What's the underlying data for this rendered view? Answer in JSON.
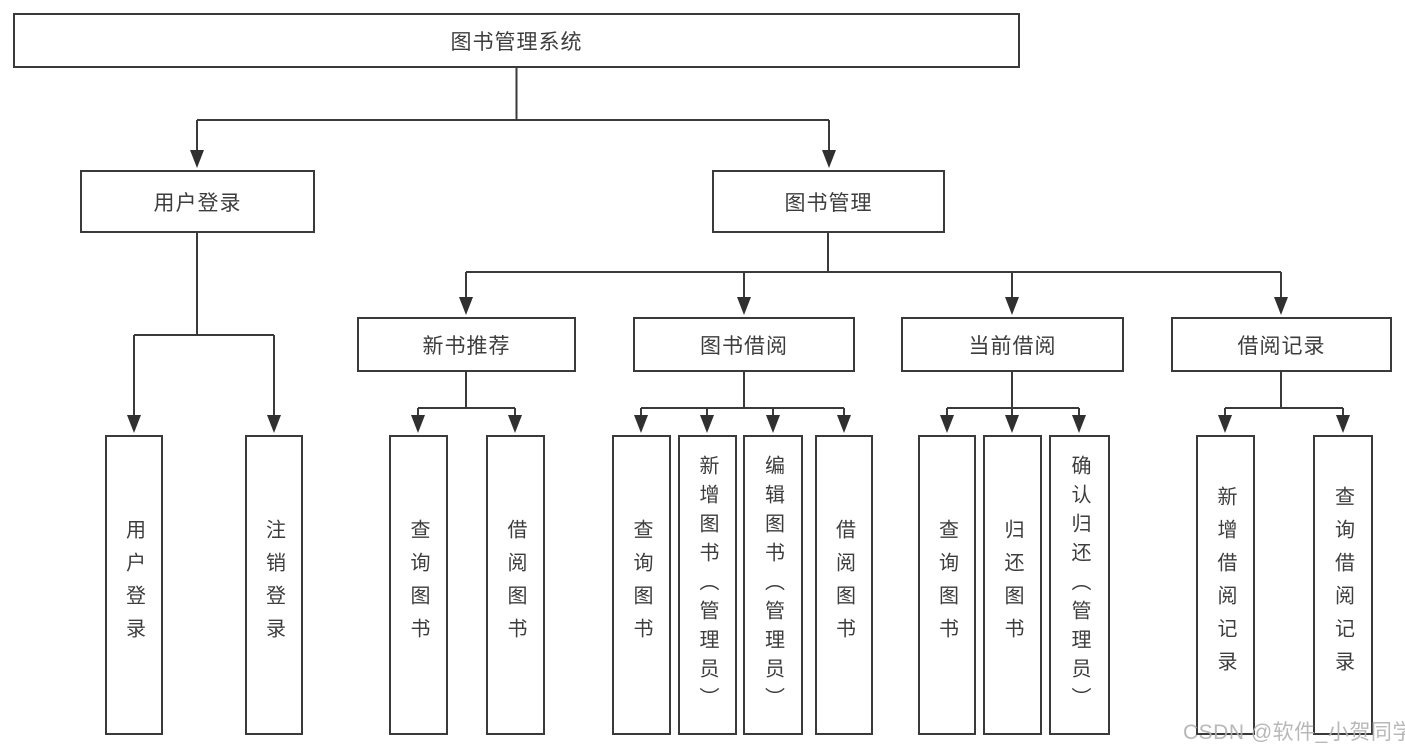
{
  "diagram": {
    "root": {
      "label": "图书管理系统",
      "children": [
        {
          "label": "用户登录",
          "children": [
            {
              "label": "用户登录"
            },
            {
              "label": "注销登录"
            }
          ]
        },
        {
          "label": "图书管理",
          "children": [
            {
              "label": "新书推荐",
              "children": [
                {
                  "label": "查询图书"
                },
                {
                  "label": "借阅图书"
                }
              ]
            },
            {
              "label": "图书借阅",
              "children": [
                {
                  "label": "查询图书"
                },
                {
                  "label": "新增图书（管理员）"
                },
                {
                  "label": "编辑图书（管理员）"
                },
                {
                  "label": "借阅图书"
                }
              ]
            },
            {
              "label": "当前借阅",
              "children": [
                {
                  "label": "查询图书"
                },
                {
                  "label": "归还图书"
                },
                {
                  "label": "确认归还（管理员）"
                }
              ]
            },
            {
              "label": "借阅记录",
              "children": [
                {
                  "label": "新增借阅记录"
                },
                {
                  "label": "查询借阅记录"
                }
              ]
            }
          ]
        }
      ]
    }
  },
  "colors": {
    "box_border": "#3a3a3a",
    "line": "#3a3a3a",
    "text": "#3d3d3d",
    "watermark": "#b2b2b2"
  },
  "watermark": "CSDN @软件_小贺同学"
}
